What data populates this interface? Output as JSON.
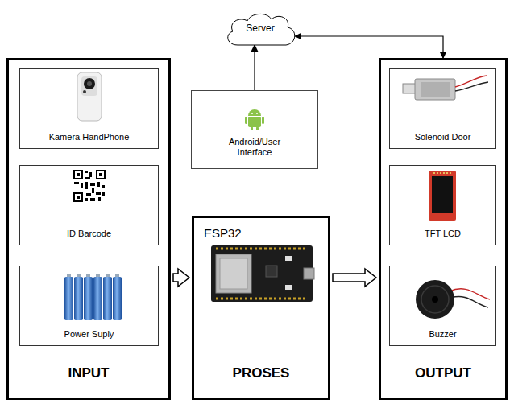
{
  "diagram": {
    "nodes": [
      {
        "text": [
          "Server"
        ]
      },
      {
        "text": [
          "Android/User Interface"
        ]
      },
      {
        "text": [
          "INPUT"
        ]
      },
      {
        "text": [
          "Kamera HandPhone"
        ],
        "in": 2
      },
      {
        "text": [
          "ID Barcode"
        ],
        "in": 2
      },
      {
        "text": [
          "Power Suply"
        ],
        "in": 2
      },
      {
        "text": [
          "ESP32",
          "PROSES"
        ]
      },
      {
        "text": [
          "OUTPUT"
        ]
      },
      {
        "text": [
          "Solenoid Door"
        ],
        "in": 7
      },
      {
        "text": [
          "TFT LCD"
        ],
        "in": 7
      },
      {
        "text": [
          "Buzzer"
        ],
        "in": 7
      }
    ],
    "edges": [
      {
        "from": 1,
        "to": 0,
        "arrow": "to"
      },
      {
        "from": 0,
        "to": 7,
        "arrow": "both"
      },
      {
        "from": 2,
        "to": 6,
        "arrow": "to"
      },
      {
        "from": 6,
        "to": 7,
        "arrow": "to"
      }
    ]
  }
}
